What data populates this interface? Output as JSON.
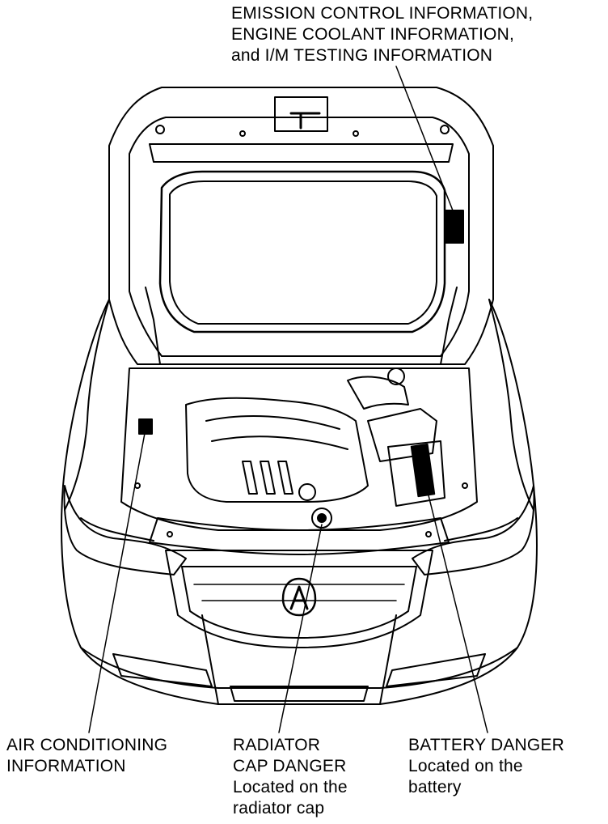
{
  "labels": {
    "emission": {
      "lines": [
        "EMISSION CONTROL INFORMATION,",
        "ENGINE COOLANT INFORMATION,",
        "and I/M TESTING INFORMATION"
      ]
    },
    "air_conditioning": {
      "lines": [
        "AIR CONDITIONING",
        "INFORMATION"
      ]
    },
    "radiator_cap": {
      "lines": [
        "RADIATOR",
        "CAP DANGER",
        "Located on the",
        "radiator cap"
      ]
    },
    "battery": {
      "lines": [
        "BATTERY DANGER",
        "Located on the",
        "battery"
      ]
    }
  },
  "colors": {
    "ink": "#000000",
    "paper": "#ffffff"
  }
}
